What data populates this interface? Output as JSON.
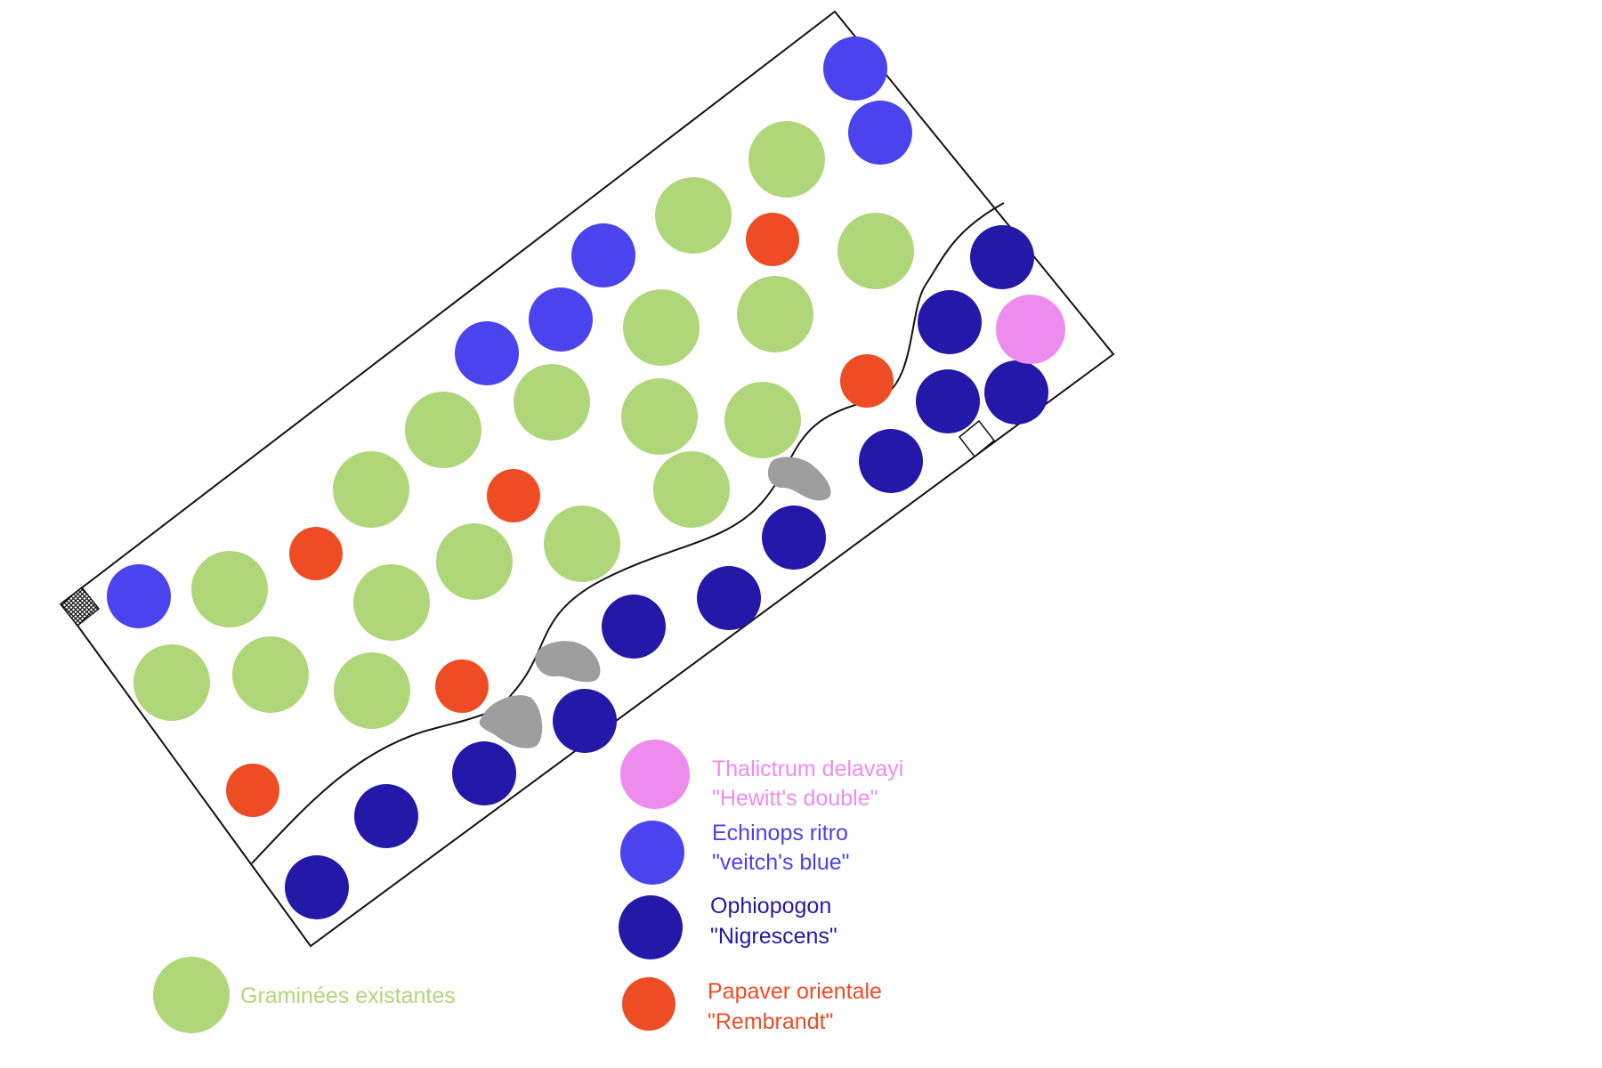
{
  "colors": {
    "gramineae": "#afd77a",
    "papaver": "#ee4c25",
    "echinops": "#4a43ee",
    "ophiopogon": "#2418a8",
    "thalictrum": "#ee8cee",
    "stone": "#9e9e9e",
    "outline": "#111111"
  },
  "legend": {
    "thalictrum": {
      "line1": "Thalictrum delavayi",
      "line2": "\"Hewitt's double\""
    },
    "echinops": {
      "line1": "Echinops ritro",
      "line2": "\"veitch's blue\""
    },
    "ophiopogon": {
      "line1": "Ophiopogon",
      "line2": "\"Nigrescens\""
    },
    "papaver": {
      "line1": "Papaver orientale",
      "line2": "\"Rembrandt\""
    },
    "gramineae": {
      "label": "Graminées existantes"
    }
  }
}
